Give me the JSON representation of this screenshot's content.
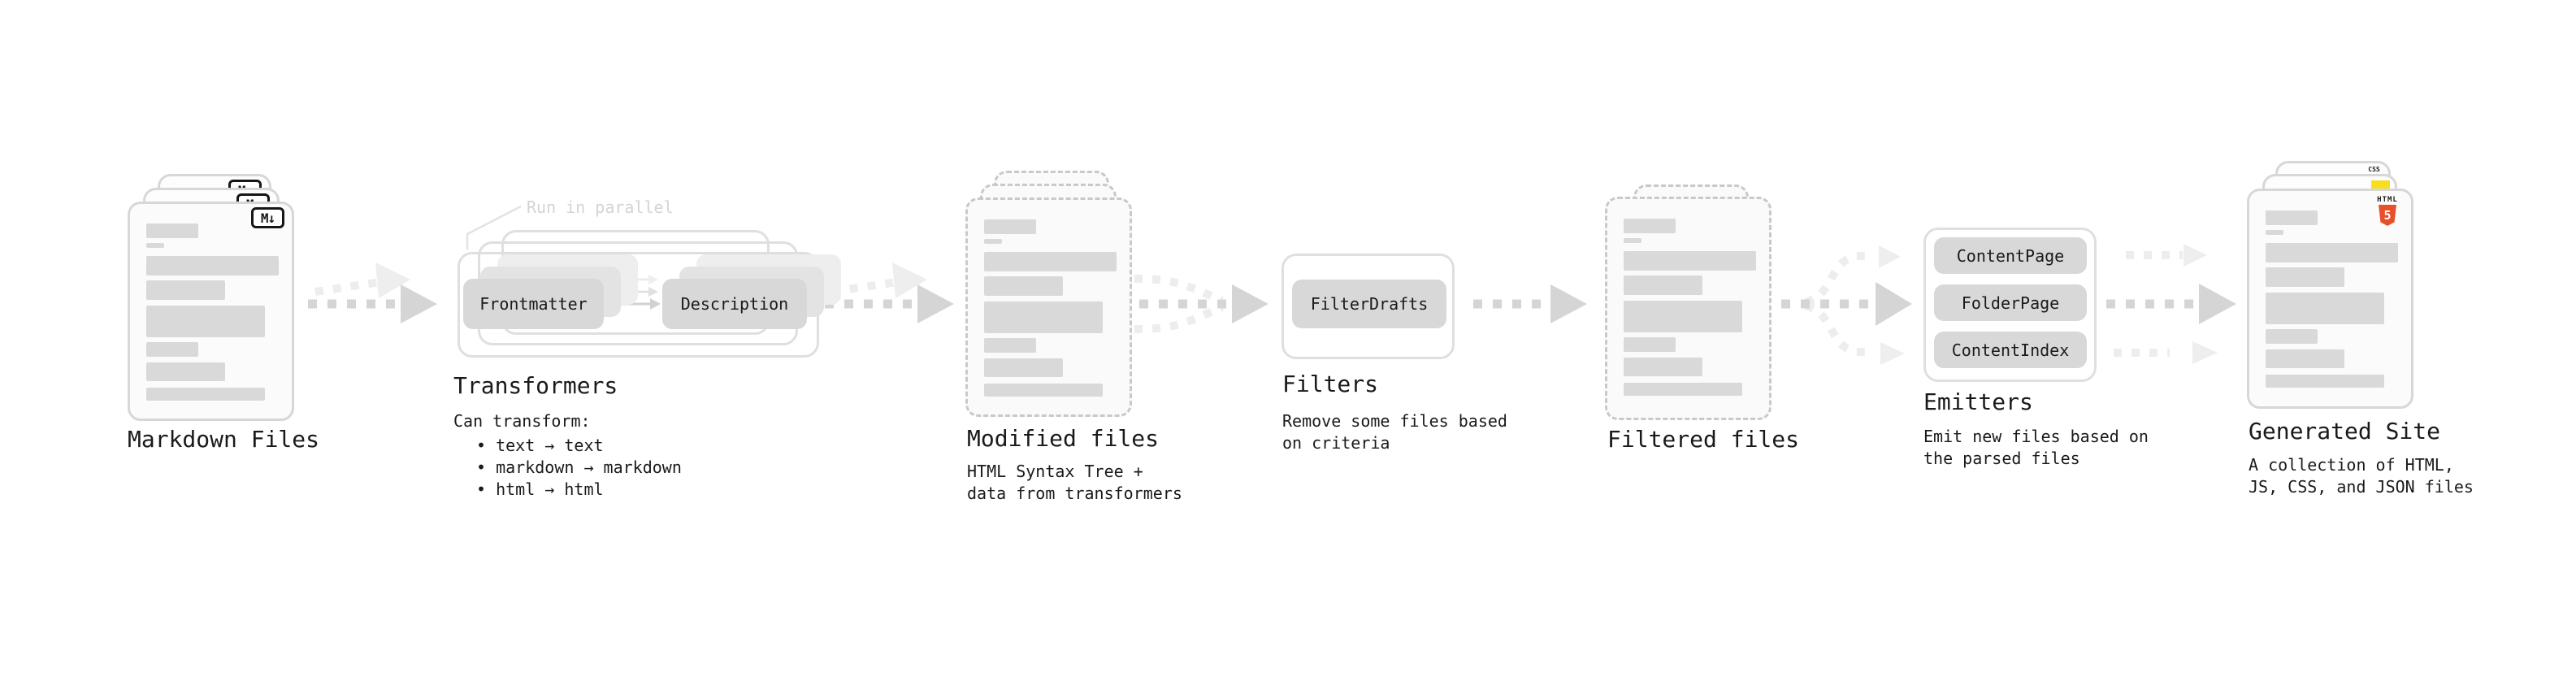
{
  "diagram": {
    "markdown_files": {
      "label": "Markdown Files"
    },
    "transformers": {
      "label": "Transformers",
      "parallel_note": "Run in parallel",
      "input_box": "Frontmatter",
      "output_box": "Description",
      "description_intro": "Can transform:",
      "capabilities": [
        "• text → text",
        "• markdown → markdown",
        "• html → html"
      ]
    },
    "modified_files": {
      "label": "Modified files",
      "description_line1": "HTML Syntax Tree +",
      "description_line2": "data from transformers"
    },
    "filters": {
      "label": "Filters",
      "box": "FilterDrafts",
      "description_line1": "Remove some files based",
      "description_line2": "on criteria"
    },
    "filtered_files": {
      "label": "Filtered files"
    },
    "emitters": {
      "label": "Emitters",
      "boxes": [
        "ContentPage",
        "FolderPage",
        "ContentIndex"
      ],
      "description_line1": "Emit new files based on",
      "description_line2": "the parsed files"
    },
    "generated_site": {
      "label": "Generated Site",
      "description_line1": "A collection of HTML,",
      "description_line2": "JS, CSS, and JSON files"
    }
  },
  "icons": {
    "markdown_glyph": "M↓",
    "html5_label": "HTML",
    "html5_glyph": "5",
    "css_label": "CSS"
  },
  "colors": {
    "html5_orange": "#e8502a",
    "js_yellow": "#f7df1e",
    "css_blue": "#2965f1",
    "node_gray": "#d8d8d8",
    "arrow_gray": "#d5d5d5",
    "arrow_faint": "#ededed",
    "text_dark": "#1a1a1a",
    "muted_label": "#d4d4d4"
  }
}
